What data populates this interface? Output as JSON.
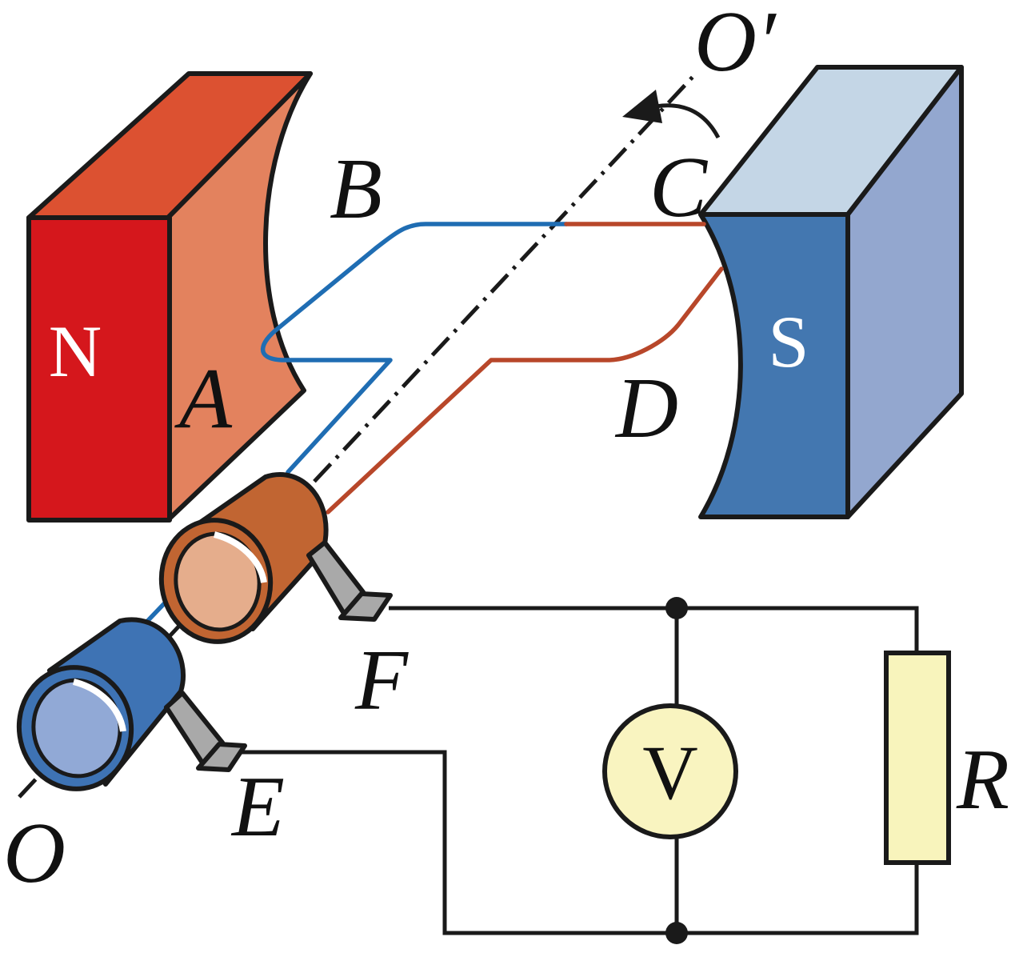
{
  "magnets": {
    "north_label": "N",
    "south_label": "S",
    "north_colors": {
      "front": "#d5171c",
      "top": "#dc5131",
      "face": "#e3825e"
    },
    "south_colors": {
      "front": "#4377b0",
      "top": "#c4d6e6",
      "side": "#93a7cf"
    }
  },
  "coil_labels": {
    "a": "A",
    "b": "B",
    "c": "C",
    "d": "D"
  },
  "axis_labels": {
    "o": "O",
    "o_prime": "O′"
  },
  "brush_labels": {
    "e": "E",
    "f": "F"
  },
  "circuit": {
    "voltmeter_symbol": "V",
    "resistor_label": "R"
  },
  "colors": {
    "wire_blue": "#1f6db3",
    "wire_red": "#b8472a",
    "slip_ring_blue": "#3e73b4",
    "slip_ring_brown": "#c16532",
    "meter_fill": "#f9f4c0",
    "resistor_fill": "#f8f4bc",
    "brush_gray": "#a9a9a9"
  }
}
